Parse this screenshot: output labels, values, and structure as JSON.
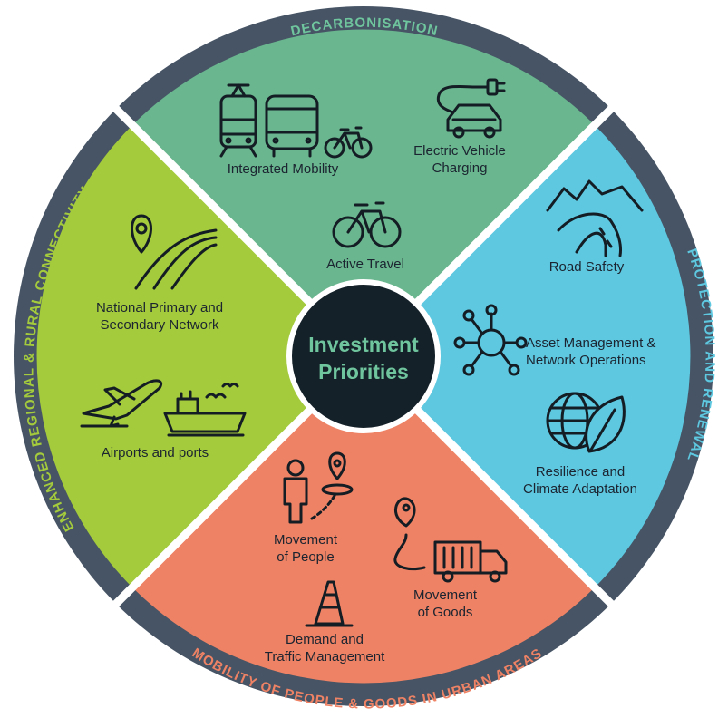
{
  "center": {
    "line1": "Investment",
    "line2": "Priorities"
  },
  "ring": {
    "top": "DECARBONISATION",
    "right": "PROTECTION AND RENEWAL",
    "bottom": "MOBILITY OF PEOPLE & GOODS IN URBAN AREAS",
    "left": "ENHANCED REGIONAL & RURAL CONNECTIVITY"
  },
  "decarbonisation": {
    "integrated_mobility": "Integrated Mobility",
    "ev_charging_1": "Electric Vehicle",
    "ev_charging_2": "Charging",
    "active_travel": "Active Travel"
  },
  "protection": {
    "road_safety": "Road Safety",
    "asset_1": "Asset Management &",
    "asset_2": "Network Operations",
    "resilience_1": "Resilience and",
    "resilience_2": "Climate Adaptation"
  },
  "urban": {
    "people_1": "Movement",
    "people_2": "of People",
    "goods_1": "Movement",
    "goods_2": "of Goods",
    "demand_1": "Demand and",
    "demand_2": "Traffic Management"
  },
  "regional": {
    "national_1": "National Primary and",
    "national_2": "Secondary Network",
    "airports": "Airports and ports"
  },
  "colors": {
    "ring": "#465465",
    "decarbonisation": "#6ab68f",
    "protection": "#5ec8e0",
    "urban": "#ee8264",
    "regional": "#a4cb3c",
    "center": "#152129",
    "center_text": "#6fc59d",
    "ring_text_top": "#6fc59d",
    "ring_text_right": "#5ec8e0",
    "ring_text_bottom": "#ee8264",
    "ring_text_left": "#a4cb3c"
  }
}
